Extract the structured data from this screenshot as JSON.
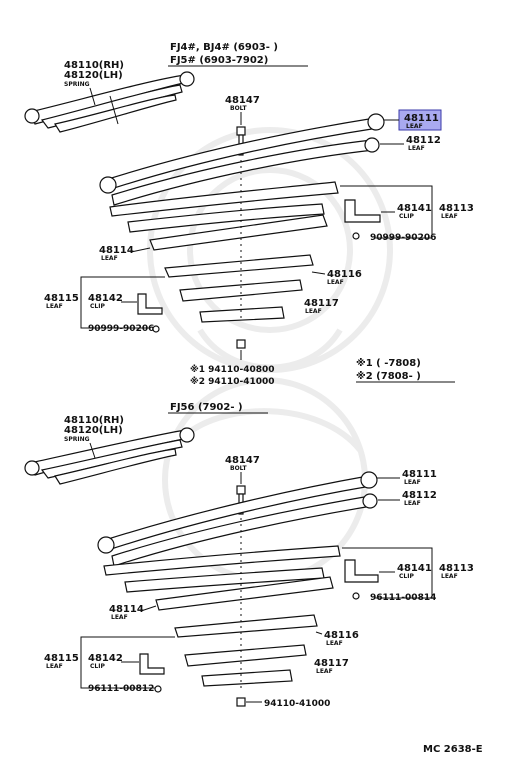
{
  "header_top": {
    "line1": "FJ4#, BJ4# (6903-        )",
    "line2": "FJ5#           (6903-7902)"
  },
  "header_bottom": "FJ56  (7902-        )",
  "note": {
    "line1": "※1  (        -7808)",
    "line2": "※2  (7808-          )"
  },
  "footer_code": "MC 2638-E",
  "highlight_color": "#a9aaf0",
  "top": {
    "spring": {
      "rh": "48110(RH)",
      "lh": "48120(LH)",
      "label": "SPRING"
    },
    "bolt": {
      "number": "48147",
      "label": "BOLT"
    },
    "leaf_48111": {
      "number": "48111",
      "label": "LEAF"
    },
    "leaf_48112": {
      "number": "48112",
      "label": "LEAF"
    },
    "clip_48141": {
      "number": "48141",
      "label": "CLIP"
    },
    "leaf_48113": {
      "number": "48113",
      "label": "LEAF"
    },
    "rivet_right": "90999-90206",
    "leaf_48114": {
      "number": "48114",
      "label": "LEAF"
    },
    "leaf_48116": {
      "number": "48116",
      "label": "LEAF"
    },
    "leaf_48115": {
      "number": "48115",
      "label": "LEAF"
    },
    "clip_48142": {
      "number": "48142",
      "label": "CLIP"
    },
    "leaf_48117": {
      "number": "48117",
      "label": "LEAF"
    },
    "rivet_left": "90999-90206",
    "nut_1": "※1  94110-40800",
    "nut_2": "※2  94110-41000"
  },
  "bottom": {
    "spring": {
      "rh": "48110(RH)",
      "lh": "48120(LH)",
      "label": "SPRING"
    },
    "bolt": {
      "number": "48147",
      "label": "BOLT"
    },
    "leaf_48111": {
      "number": "48111",
      "label": "LEAF"
    },
    "leaf_48112": {
      "number": "48112",
      "label": "LEAF"
    },
    "clip_48141": {
      "number": "48141",
      "label": "CLIP"
    },
    "leaf_48113": {
      "number": "48113",
      "label": "LEAF"
    },
    "rivet_right": "96111-00814",
    "leaf_48114": {
      "number": "48114",
      "label": "LEAF"
    },
    "leaf_48116": {
      "number": "48116",
      "label": "LEAF"
    },
    "leaf_48115": {
      "number": "48115",
      "label": "LEAF"
    },
    "clip_48142": {
      "number": "48142",
      "label": "CLIP"
    },
    "leaf_48117": {
      "number": "48117",
      "label": "LEAF"
    },
    "rivet_left": "96111-00812",
    "nut": "94110-41000"
  }
}
